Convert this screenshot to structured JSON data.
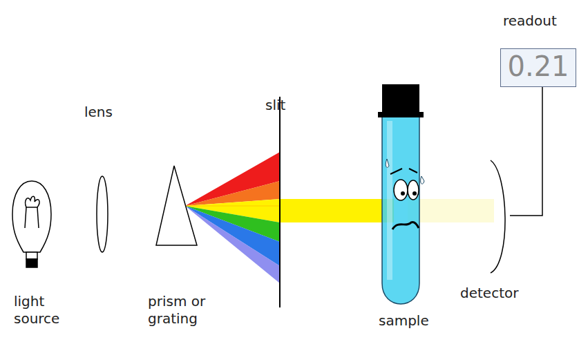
{
  "diagram": {
    "nodes": [
      {
        "text": [
          "readout",
          "0.21"
        ]
      }
    ],
    "labels": [
      "lens",
      "slit",
      "light source",
      "prism or grating",
      "detector",
      "sample"
    ]
  }
}
